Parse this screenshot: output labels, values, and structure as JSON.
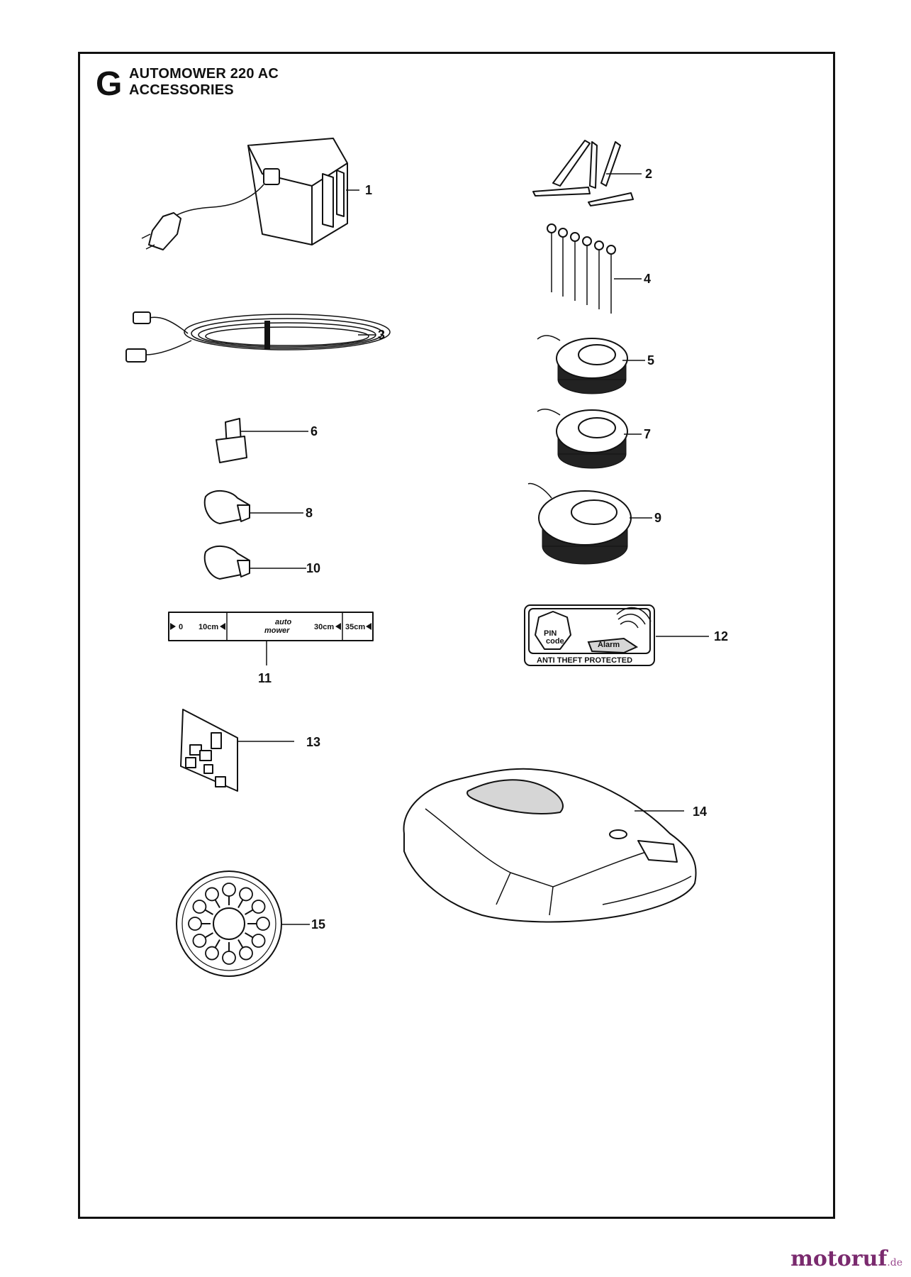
{
  "header": {
    "section_letter": "G",
    "title_line1": "AUTOMOWER 220 AC",
    "title_line2": "ACCESSORIES"
  },
  "callouts": [
    "1",
    "2",
    "3",
    "4",
    "5",
    "6",
    "7",
    "8",
    "9",
    "10",
    "11",
    "12",
    "13",
    "14",
    "15"
  ],
  "sticker_12": {
    "pin_text": "PIN",
    "pin_sub": "code",
    "alarm_text": "Alarm",
    "footer_text": "ANTI THEFT PROTECTED"
  },
  "ruler_11": {
    "logo_line1": "auto",
    "logo_line2": "mower",
    "marks": [
      "0",
      "10cm",
      "30cm",
      "35cm"
    ]
  },
  "watermark": {
    "brand": "motoruf",
    "tld": ".de"
  }
}
